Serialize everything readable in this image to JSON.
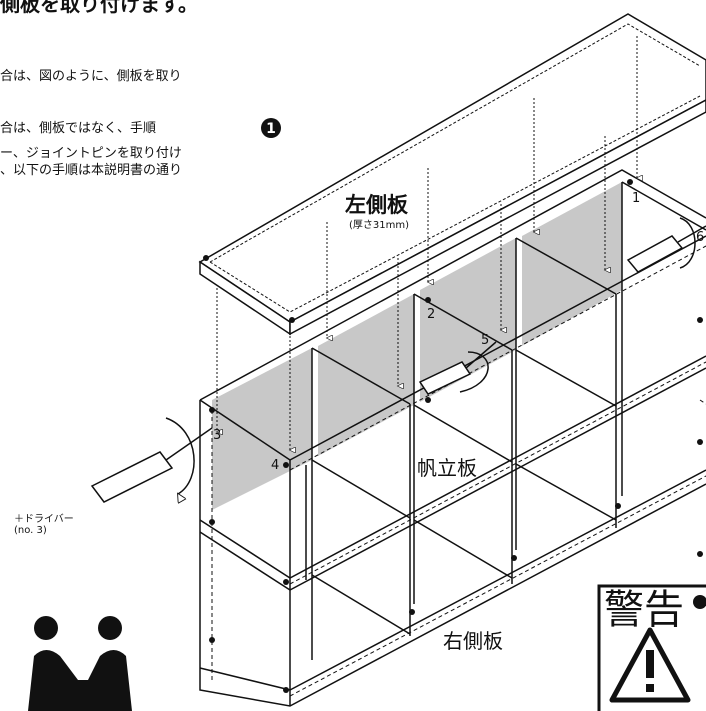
{
  "header": {
    "title_fragment": "側板を取り付けます。",
    "note_line1": "合は、図のように、側板を取り",
    "note_line2": "合は、側板ではなく、手順",
    "note_step_num": "1",
    "note_line3": "ー、ジョイントピンを取り付け",
    "note_line4": "、以下の手順は本説明書の通り"
  },
  "labels": {
    "left_side_panel": "左側板",
    "left_side_panel_thickness": "(厚さ31mm)",
    "shelf_panel": "帆立板",
    "right_side_panel": "右側板",
    "driver_name": "＋ドライバー",
    "driver_size": "(no. 3)"
  },
  "step_numbers": [
    "1",
    "2",
    "3",
    "4",
    "5",
    "6"
  ],
  "warning": {
    "title": "警告",
    "icon": "warning-triangle-icon"
  },
  "people_icon": "two-people-carrying-icon",
  "colors": {
    "line": "#111111",
    "shade": "#c8c8c8",
    "background": "#ffffff"
  }
}
